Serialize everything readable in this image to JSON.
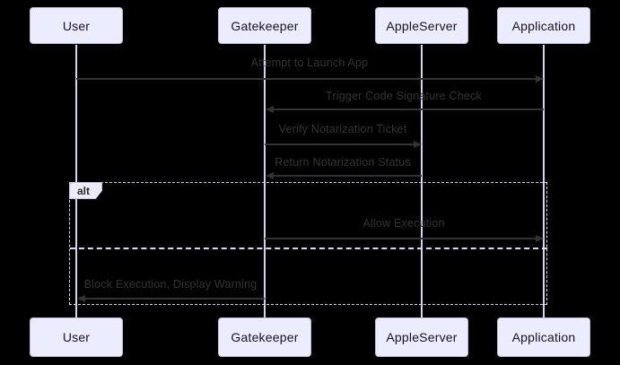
{
  "diagram": {
    "kind": "sequence-diagram",
    "actors": [
      "User",
      "Gatekeeper",
      "AppleServer",
      "Application"
    ],
    "messages": [
      {
        "label": "Attempt to Launch App",
        "from": "User",
        "to": "Application",
        "arrow": "solid-filled"
      },
      {
        "label": "Trigger Code Signature Check",
        "from": "Application",
        "to": "Gatekeeper",
        "arrow": "solid-filled"
      },
      {
        "label": "Verify Notarization Ticket",
        "from": "Gatekeeper",
        "to": "AppleServer",
        "arrow": "solid-filled"
      },
      {
        "label": "Return Notarization Status",
        "from": "AppleServer",
        "to": "Gatekeeper",
        "arrow": "solid-filled"
      },
      {
        "label": "Allow Execution",
        "from": "Gatekeeper",
        "to": "Application",
        "arrow": "solid-filled",
        "branch": "alt-branch-1"
      },
      {
        "label": "Block Execution, Display Warning",
        "from": "Gatekeeper",
        "to": "User",
        "arrow": "solid-filled",
        "branch": "alt-branch-2"
      }
    ],
    "alt_frame": {
      "label": "alt"
    },
    "colors": {
      "background": "#000000",
      "actor_fill": "#ECECFF",
      "actor_border": "#c2bddb",
      "lifeline": "#d8d2ec",
      "arrow": "#333333",
      "message_text": "#333333",
      "frame_border": "#d9d3ee",
      "alt_label_fill": "#edeafa"
    }
  }
}
